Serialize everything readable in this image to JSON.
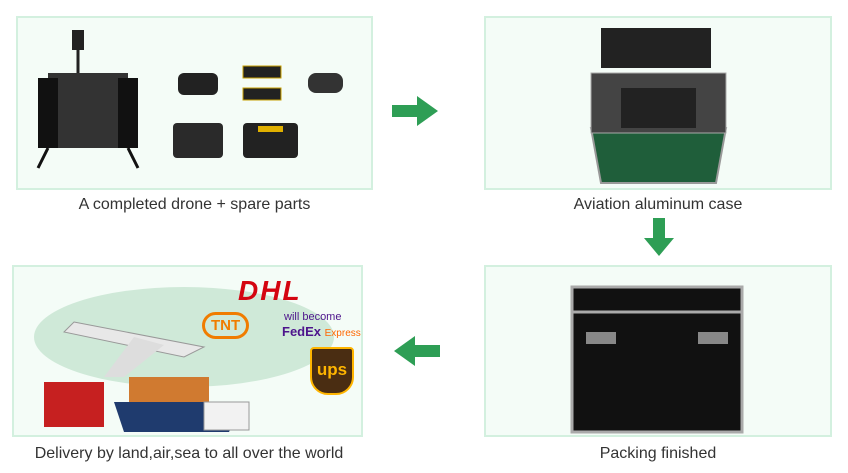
{
  "steps": [
    {
      "caption": "A completed drone + spare parts"
    },
    {
      "caption": "Aviation aluminum case"
    },
    {
      "caption": "Packing finished"
    },
    {
      "caption": "Delivery by land,air,sea to all over the world"
    }
  ],
  "carriers": {
    "dhl": "DHL",
    "tnt": "TNT",
    "will_become": "will become",
    "fedex": "FedEx",
    "express": "Express",
    "ups": "ups"
  },
  "colors": {
    "arrow": "#2e9e55",
    "card_border": "#d3f0df",
    "card_bg": "#f4fcf7"
  }
}
